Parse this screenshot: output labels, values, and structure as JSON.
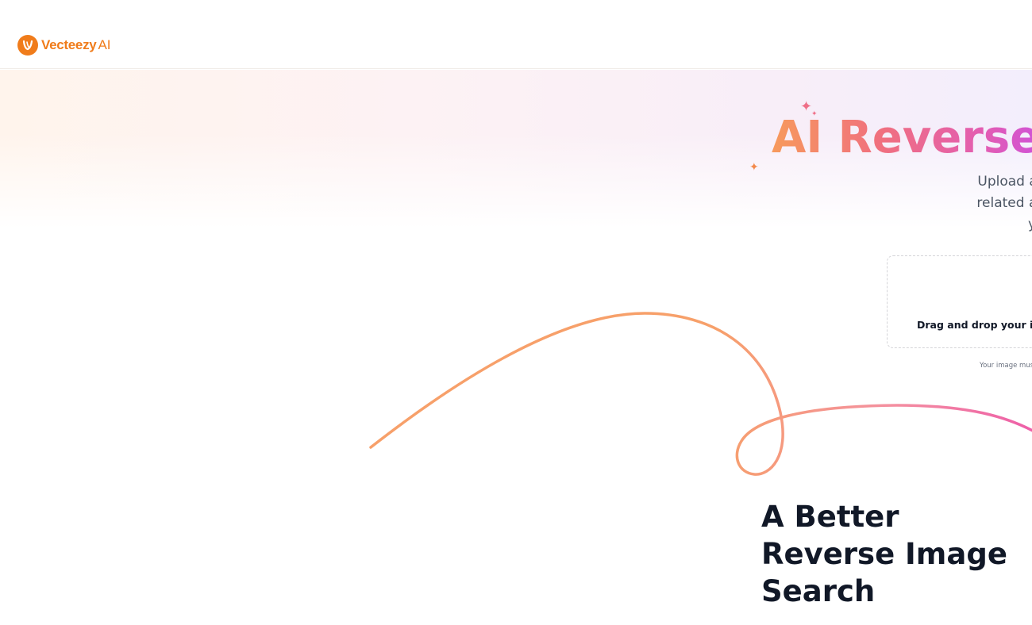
{
  "header": {
    "brand_name": "Vecteezy",
    "brand_suffix": "AI",
    "logo_icon": "vecteezy-v-logo-icon"
  },
  "hero": {
    "title": "AI Reverse",
    "subtitle_lines": [
      "Upload a source",
      "related and fully",
      "y"
    ],
    "sparkle_icon": "sparkle-icon"
  },
  "upload": {
    "dropzone_label": "Drag and drop your i",
    "hint": "Your image mus"
  },
  "features": {
    "title": "A Better Reverse Image Search"
  },
  "colors": {
    "brand": "#f07c1b",
    "gradient_start": "#f79a5c",
    "gradient_end": "#cf52d8",
    "swirl": "#f7a06a",
    "heading": "#111827"
  }
}
